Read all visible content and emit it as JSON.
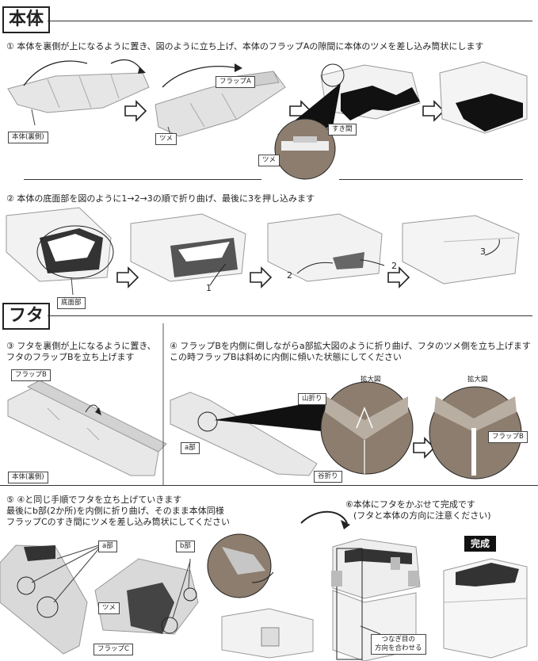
{
  "section_body": {
    "title": "本体",
    "step1": "① 本体を裏側が上になるように置き、図のように立ち上げ、本体のフラップAの隙間に本体のツメを差し込み筒状にします",
    "step1_labels": {
      "body_back": "本体(裏側)",
      "tab": "ツメ",
      "flap_a": "フラップA",
      "gap": "すき間",
      "tab2": "ツメ"
    },
    "step2": "② 本体の底面部を図のように1→2→3の順で折り曲げ、最後に3を押し込みます",
    "step2_labels": {
      "bottom": "底面部",
      "n1": "1",
      "n2a": "2",
      "n2b": "2",
      "n3": "3"
    }
  },
  "section_lid": {
    "title": "フタ",
    "step3": [
      "③ フタを裏側が上になるように置き、",
      "フタのフラップBを立ち上げます"
    ],
    "step3_labels": {
      "flap_b": "フラップB",
      "body_back": "本体(裏側)"
    },
    "step4": [
      "④ フラップBを内側に倒しながらa部拡大図のように折り曲げ、フタのツメ側を立ち上げます",
      "この時フラップBは斜めに内側に傾いた状態にしてください"
    ],
    "step4_labels": {
      "zoom1": "拡大図",
      "zoom2": "拡大図",
      "mountain": "山折り",
      "valley": "谷折り",
      "part_a": "a部",
      "flap_b": "フラップB"
    },
    "step5": [
      "⑤ ④と同じ手順でフタを立ち上げていきます",
      "最後にb部(2か所)を内側に折り曲げ、そのまま本体同様",
      "フラップCのすき間にツメを差し込み筒状にしてください"
    ],
    "step5_labels": {
      "part_a": "a部",
      "part_b": "b部",
      "tab": "ツメ",
      "flap_c": "フラップC"
    },
    "step6": [
      "⑥本体にフタをかぶせて完成です",
      "(フタと本体の方向に注意ください)"
    ],
    "step6_labels": {
      "align": [
        "つなぎ目の",
        "方向を合わせる"
      ],
      "done": "完成"
    }
  },
  "colors": {
    "ink": "#222222",
    "board": "#e4e4e4",
    "shade": "#9a9a9a",
    "dark": "#111111",
    "kraft": "#8c7d6e"
  }
}
